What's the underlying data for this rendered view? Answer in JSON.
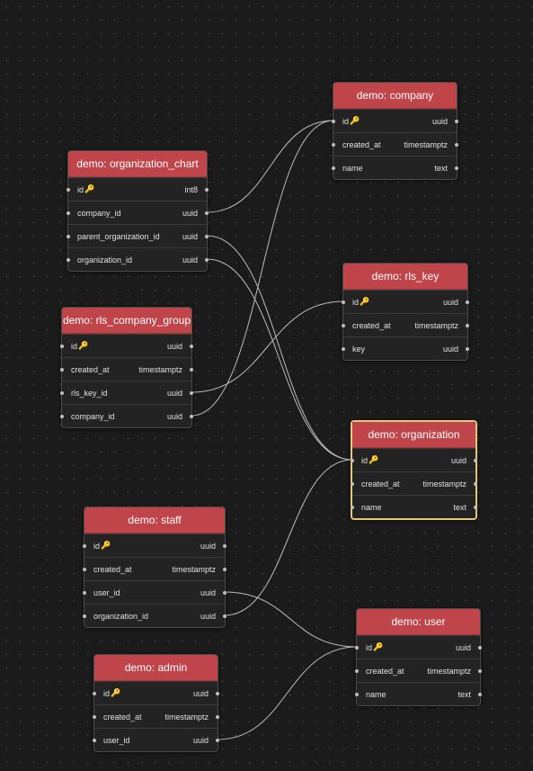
{
  "tables": [
    {
      "id": "company",
      "title": "demo: company",
      "selected": false,
      "columns": [
        {
          "name": "id",
          "type": "uuid",
          "pk": true
        },
        {
          "name": "created_at",
          "type": "timestamptz",
          "pk": false
        },
        {
          "name": "name",
          "type": "text",
          "pk": false
        }
      ]
    },
    {
      "id": "organization_chart",
      "title": "demo: organization_chart",
      "selected": false,
      "columns": [
        {
          "name": "id",
          "type": "int8",
          "pk": true
        },
        {
          "name": "company_id",
          "type": "uuid",
          "pk": false
        },
        {
          "name": "parent_organization_id",
          "type": "uuid",
          "pk": false
        },
        {
          "name": "organization_id",
          "type": "uuid",
          "pk": false
        }
      ]
    },
    {
      "id": "rls_key",
      "title": "demo: rls_key",
      "selected": false,
      "columns": [
        {
          "name": "id",
          "type": "uuid",
          "pk": true
        },
        {
          "name": "created_at",
          "type": "timestamptz",
          "pk": false
        },
        {
          "name": "key",
          "type": "uuid",
          "pk": false
        }
      ]
    },
    {
      "id": "rls_company_group",
      "title": "demo: rls_company_group",
      "selected": false,
      "columns": [
        {
          "name": "id",
          "type": "uuid",
          "pk": true
        },
        {
          "name": "created_at",
          "type": "timestamptz",
          "pk": false
        },
        {
          "name": "rls_key_id",
          "type": "uuid",
          "pk": false
        },
        {
          "name": "company_id",
          "type": "uuid",
          "pk": false
        }
      ]
    },
    {
      "id": "organization",
      "title": "demo: organization",
      "selected": true,
      "columns": [
        {
          "name": "id",
          "type": "uuid",
          "pk": true
        },
        {
          "name": "created_at",
          "type": "timestamptz",
          "pk": false
        },
        {
          "name": "name",
          "type": "text",
          "pk": false
        }
      ]
    },
    {
      "id": "staff",
      "title": "demo: staff",
      "selected": false,
      "columns": [
        {
          "name": "id",
          "type": "uuid",
          "pk": true
        },
        {
          "name": "created_at",
          "type": "timestamptz",
          "pk": false
        },
        {
          "name": "user_id",
          "type": "uuid",
          "pk": false
        },
        {
          "name": "organization_id",
          "type": "uuid",
          "pk": false
        }
      ]
    },
    {
      "id": "user",
      "title": "demo: user",
      "selected": false,
      "columns": [
        {
          "name": "id",
          "type": "uuid",
          "pk": true
        },
        {
          "name": "created_at",
          "type": "timestamptz",
          "pk": false
        },
        {
          "name": "name",
          "type": "text",
          "pk": false
        }
      ]
    },
    {
      "id": "admin",
      "title": "demo: admin",
      "selected": false,
      "columns": [
        {
          "name": "id",
          "type": "uuid",
          "pk": true
        },
        {
          "name": "created_at",
          "type": "timestamptz",
          "pk": false
        },
        {
          "name": "user_id",
          "type": "uuid",
          "pk": false
        }
      ]
    }
  ],
  "relations": [
    {
      "from": "organization_chart.company_id",
      "to": "company.id"
    },
    {
      "from": "organization_chart.parent_organization_id",
      "to": "organization.id"
    },
    {
      "from": "organization_chart.organization_id",
      "to": "organization.id"
    },
    {
      "from": "rls_company_group.rls_key_id",
      "to": "rls_key.id"
    },
    {
      "from": "rls_company_group.company_id",
      "to": "company.id"
    },
    {
      "from": "staff.organization_id",
      "to": "organization.id"
    },
    {
      "from": "staff.user_id",
      "to": "user.id"
    },
    {
      "from": "admin.user_id",
      "to": "user.id"
    }
  ],
  "colors": {
    "header": "#c0454a",
    "canvas": "#1b1b1b",
    "edge": "#bcbcbc",
    "selected_border": "#e6c77a",
    "key_icon": "#e8a530"
  },
  "icons": {
    "primary_key": "key-icon"
  }
}
